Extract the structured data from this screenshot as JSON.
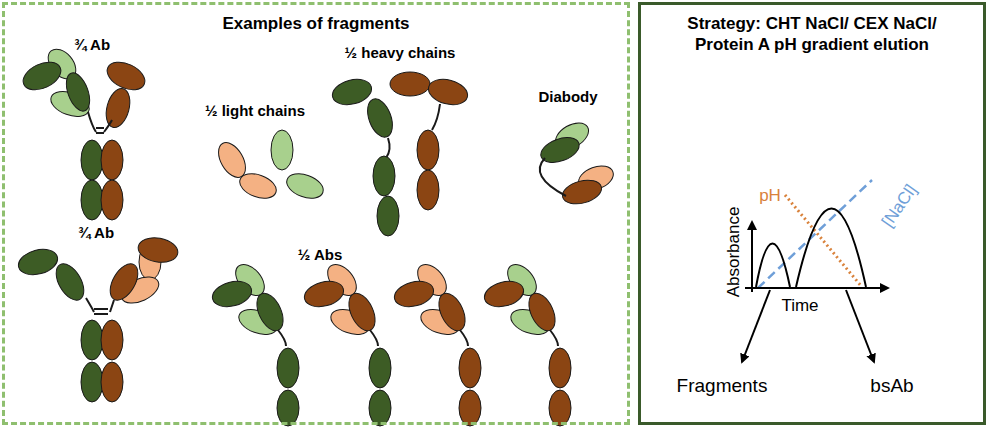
{
  "diagram": {
    "nodes": [
      {
        "text": [
          "Examples of fragments"
        ]
      },
      {
        "text": [
          "Strategy: CHT NaCl/ CEX NaCl/ Protein A pH gradient elution"
        ]
      }
    ],
    "labels": [
      "¾ Ab",
      "½ light chains",
      "½ heavy chains",
      "Diabody",
      "¾ Ab",
      "½ Abs",
      "Absorbance",
      "Time",
      "pH",
      "[NaCl]",
      "Fragments",
      "bsAb"
    ]
  }
}
